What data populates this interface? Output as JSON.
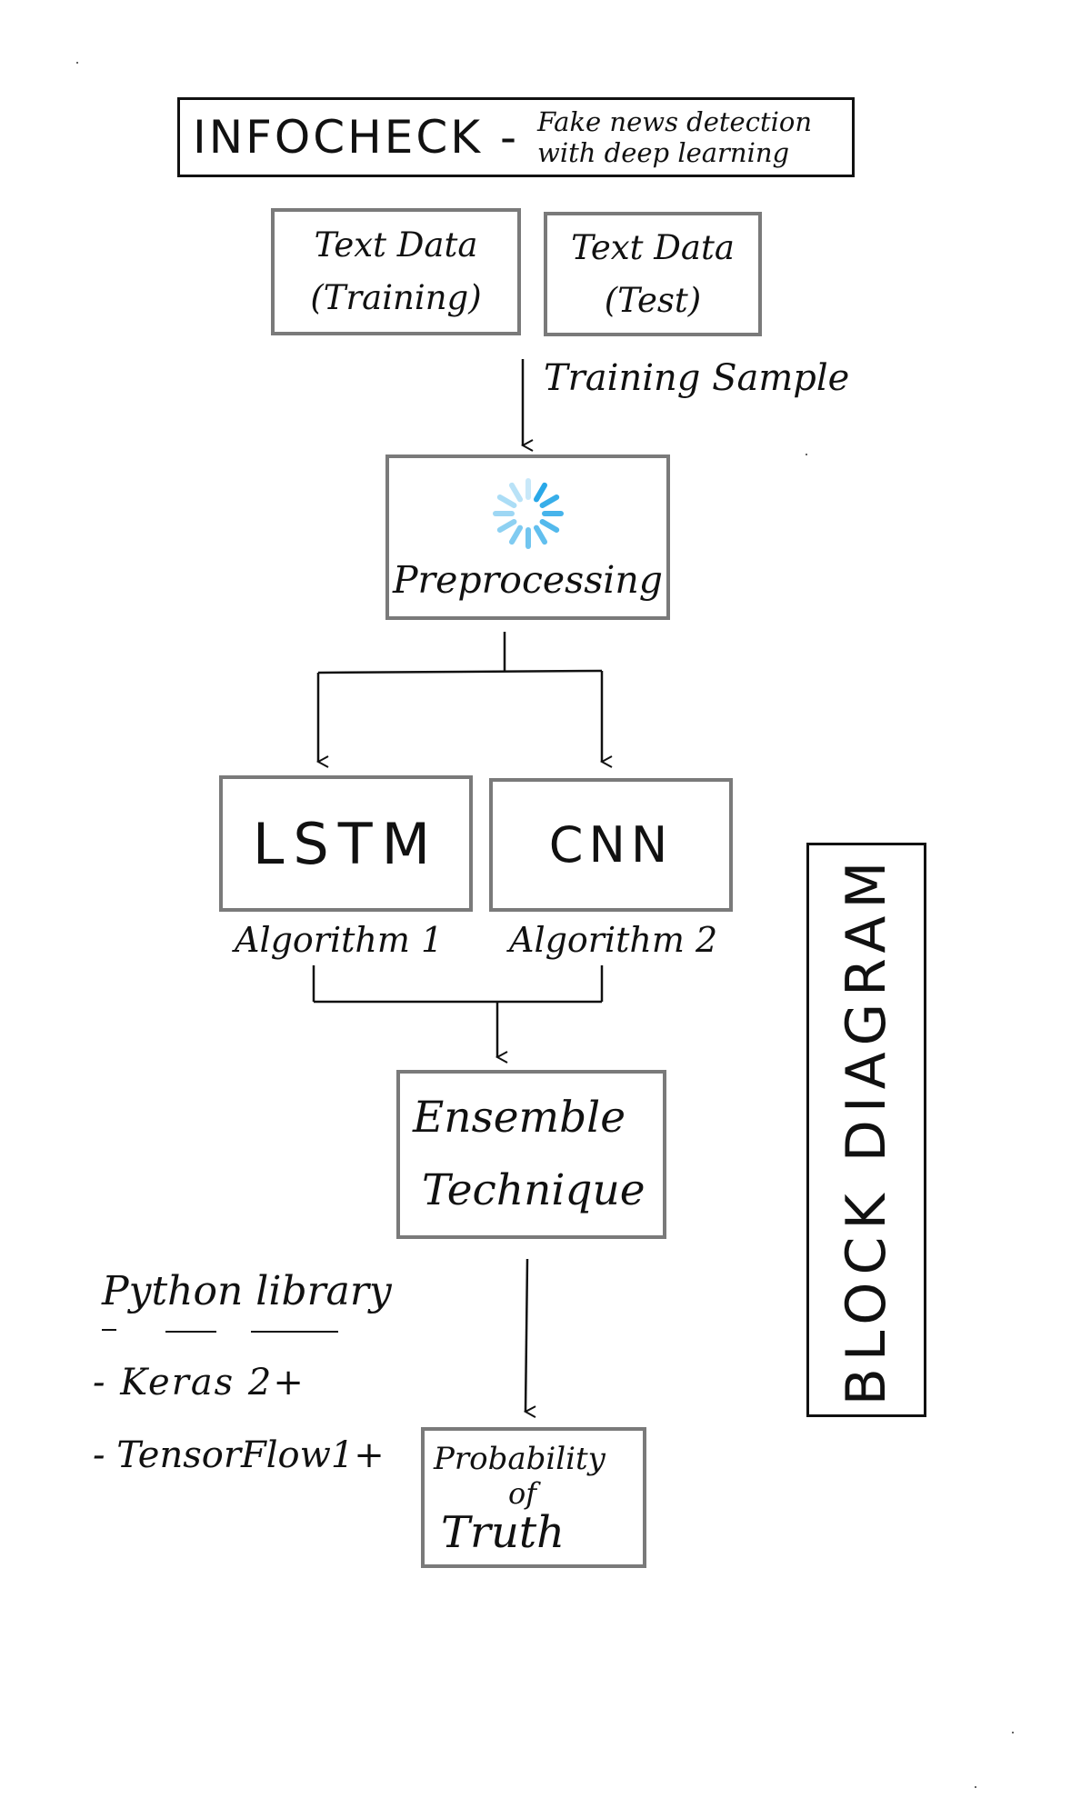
{
  "title": {
    "main": "INFOCHECK -",
    "subtitle_line1": "Fake news detection",
    "subtitle_line2": "with deep learning"
  },
  "nodes": {
    "training_data": {
      "line1": "Text Data",
      "line2": "(Training)"
    },
    "test_data": {
      "line1": "Text Data",
      "line2": "(Test)"
    },
    "preprocessing": {
      "label": "Preprocessing",
      "icon": "loading-spinner-icon"
    },
    "lstm": {
      "label": "LSTM"
    },
    "cnn": {
      "label": "CNN"
    },
    "ensemble": {
      "line1": "Ensemble",
      "line2": "Technique"
    },
    "output": {
      "line1": "Probability",
      "line2": "of",
      "line3": "Truth"
    }
  },
  "edge_labels": {
    "training_sample": "Training Sample",
    "algorithm_1": "Algorithm 1",
    "algorithm_2": "Algorithm 2"
  },
  "side_label": "BLOCK DIAGRAM",
  "libraries": {
    "heading": "Python library",
    "items": [
      "- Keras 2+",
      "- TensorFlow1+"
    ]
  },
  "colors": {
    "spinner": "#29a8e8",
    "box_border_gray": "#7a7a7a",
    "ink": "#111111"
  }
}
